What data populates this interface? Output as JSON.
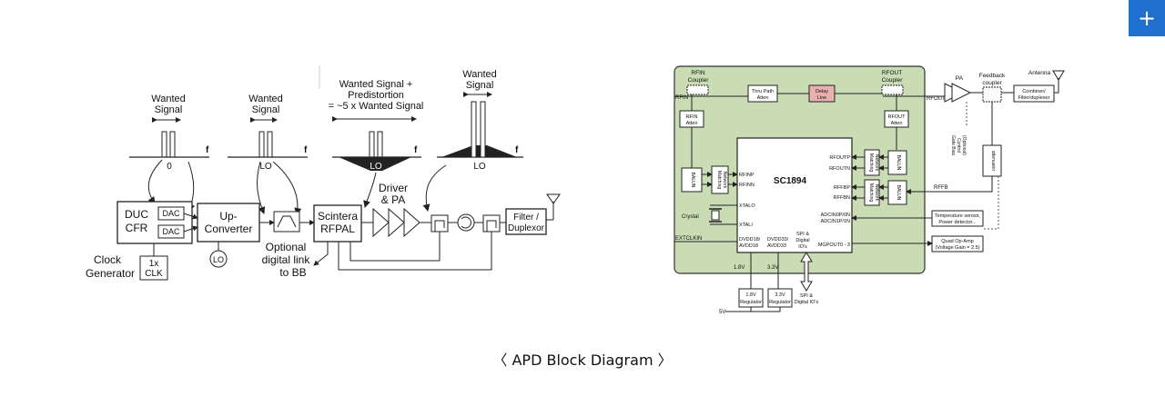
{
  "add_button": {
    "glyph": "+"
  },
  "caption": {
    "left": "〈",
    "text": "APD Block Diagram",
    "right": "〉"
  },
  "left": {
    "s1_title": [
      "Wanted",
      "Signal"
    ],
    "s1_f": "f",
    "s1_axis": "0",
    "s2_title": [
      "Wanted",
      "Signal"
    ],
    "s2_f": "f",
    "s2_axis": "LO",
    "s3_title": [
      "Wanted Signal +",
      "Predistortion",
      "= ~5 x Wanted Signal"
    ],
    "s3_f": "f",
    "s3_axis": "LO",
    "s4_title": [
      "Wanted",
      "Signal"
    ],
    "s4_f": "f",
    "s4_axis": "LO",
    "duc": [
      "DUC",
      "CFR"
    ],
    "dac1": "DAC",
    "dac2": "DAC",
    "upconv": [
      "Up-",
      "Converter"
    ],
    "scintera": [
      "Scintera",
      "RFPAL"
    ],
    "driver": [
      "Driver",
      "& PA"
    ],
    "filter": [
      "Filter /",
      "Duplexor"
    ],
    "clockgen": [
      "Clock",
      "Generator"
    ],
    "clk": [
      "1x",
      "CLK"
    ],
    "lo": "LO",
    "optional": [
      "Optional",
      "digital link",
      "to BB"
    ]
  },
  "right": {
    "rfin_coupler": [
      "RFIN",
      "Coupler"
    ],
    "rfin": "RFIN",
    "thru_path": [
      "Thru Path",
      "Atten"
    ],
    "delay_line": [
      "Delay",
      "Line"
    ],
    "rfout_coupler": [
      "RFOUT",
      "Coupler"
    ],
    "rfout": "RFOUT",
    "pa": "PA",
    "feedback_coupler": [
      "Feedback",
      "coupler"
    ],
    "antenna": "Antenna",
    "combiner": [
      "Combiner/",
      "Filter/duplexer"
    ],
    "rfin_atten": [
      "RFIN",
      "Atten"
    ],
    "rfout_atten": [
      "RFOUT",
      "Atten"
    ],
    "balun": "BALUN",
    "matching": [
      "Matching",
      "Network"
    ],
    "rfinp": "RFINP",
    "rfinn": "RFINN",
    "chip": "SC1894",
    "rfoutp": "RFOUTP",
    "rfoutn": "RFOUTN",
    "rffbp": "RFFBP",
    "rffbn": "RFFBN",
    "rffb": "RFFB",
    "xtalo": "XTALO",
    "xtali": "XTALI",
    "crystal": "Crystal",
    "extclkin": "EXTCLKIN",
    "adc": [
      "ADCIN0P/0N",
      "ADCIN1P/1N"
    ],
    "temp": [
      "Temperature sensor,",
      "Power detector..."
    ],
    "mgpout": "MGPOUT0 - 3",
    "quad": [
      "Quad Op-Amp",
      "(Voltage Gain = 2.5)"
    ],
    "dvdd18": [
      "DVDD18/",
      "AVDD18"
    ],
    "dvdd33": [
      "DVDD33/",
      "AVDD33"
    ],
    "spi_in": [
      "SPI &",
      "Digital",
      "IO's"
    ],
    "v18": "1.8V",
    "v33": "3.3V",
    "reg18": [
      "1.8V",
      "Regulator"
    ],
    "reg33": [
      "3.3V",
      "Regulator"
    ],
    "v5": "5V",
    "spi_out": [
      "SPI &",
      "Digital IO's"
    ],
    "gain_bias": [
      "Gate Bias",
      "Control",
      "(Optional)"
    ],
    "attenuator": "attenuator"
  }
}
